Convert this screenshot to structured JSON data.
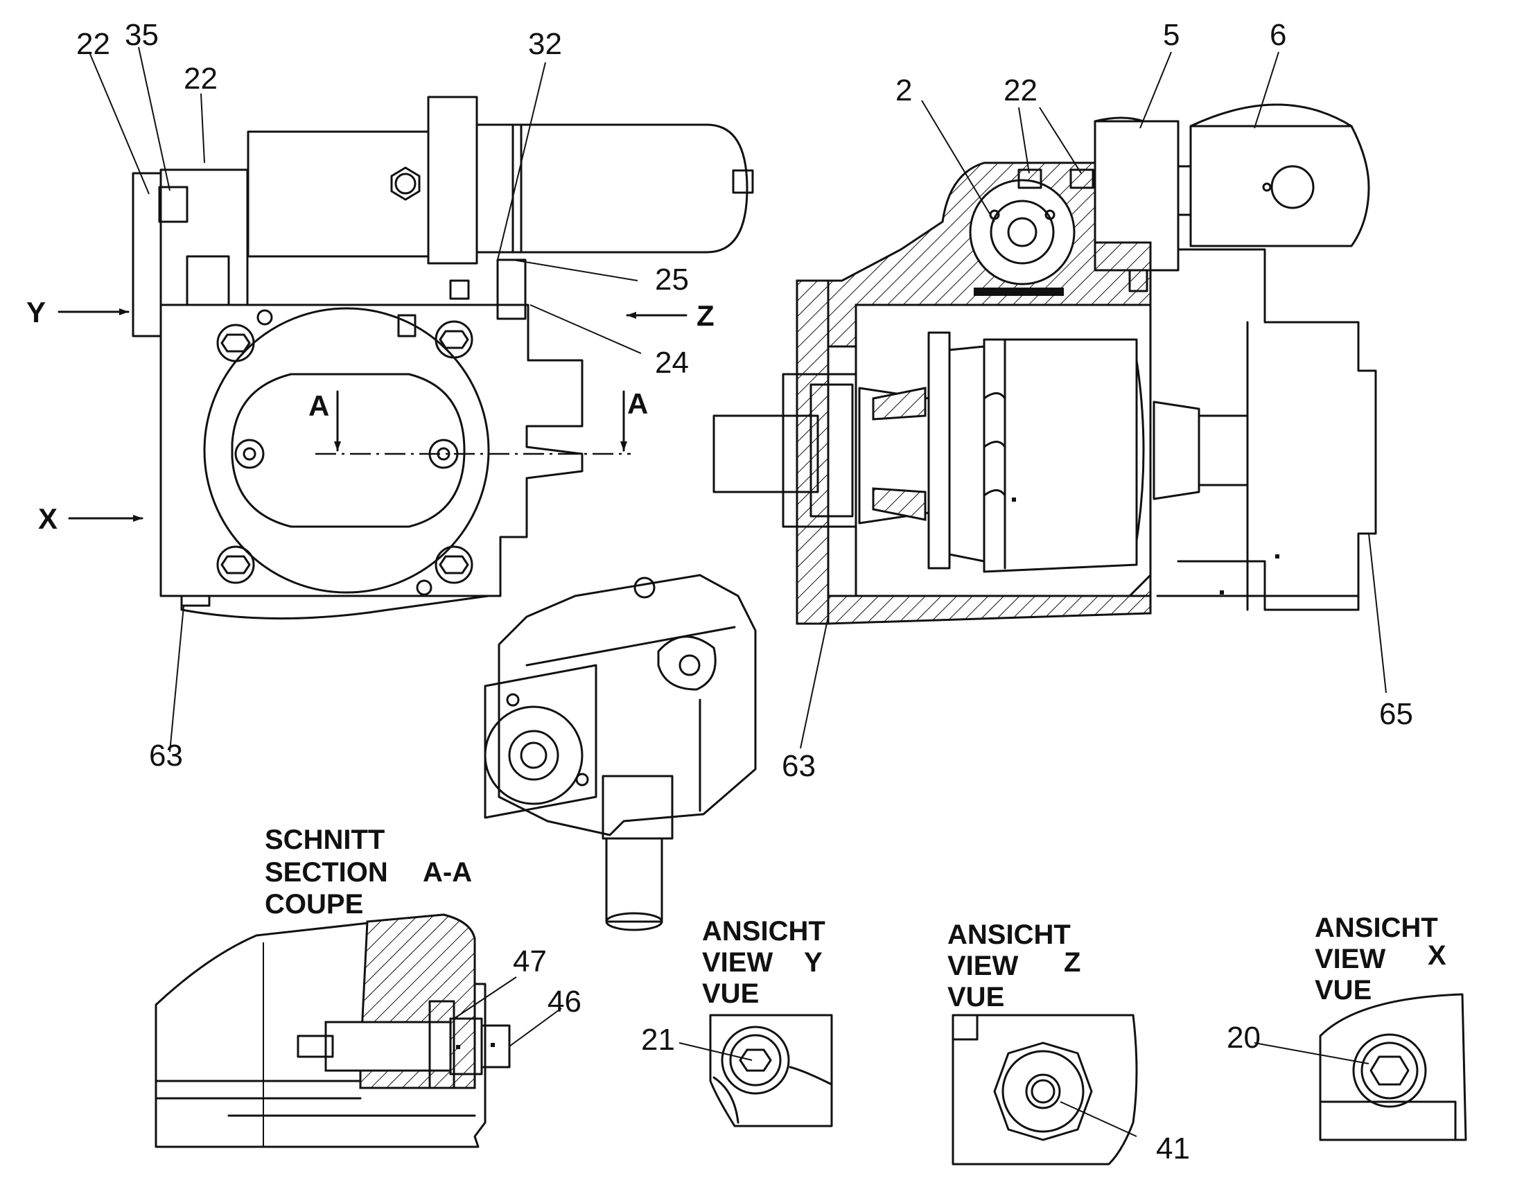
{
  "colors": {
    "ink": "#111111",
    "background": "#ffffff"
  },
  "callouts": {
    "c22a": "22",
    "c35": "35",
    "c22b": "22",
    "c32": "32",
    "c25": "25",
    "c24": "24",
    "c63a": "63",
    "c2": "2",
    "c22c": "22",
    "c5": "5",
    "c6": "6",
    "c65": "65",
    "c63b": "63",
    "c47": "47",
    "c46": "46",
    "c21": "21",
    "c41": "41",
    "c20": "20"
  },
  "view_arrows": {
    "y": "Y",
    "x": "X",
    "z": "Z",
    "a_left": "A",
    "a_right": "A"
  },
  "section_title": {
    "line1": "SCHNITT",
    "line2": "SECTION",
    "line3": "COUPE",
    "ref": "A-A"
  },
  "view_y": {
    "line1": "ANSICHT",
    "line2": "VIEW",
    "line3": "VUE",
    "ref": "Y"
  },
  "view_z": {
    "line1": "ANSICHT",
    "line2": "VIEW",
    "line3": "VUE",
    "ref": "Z"
  },
  "view_x": {
    "line1": "ANSICHT",
    "line2": "VIEW",
    "line3": "VUE",
    "ref": "X"
  }
}
